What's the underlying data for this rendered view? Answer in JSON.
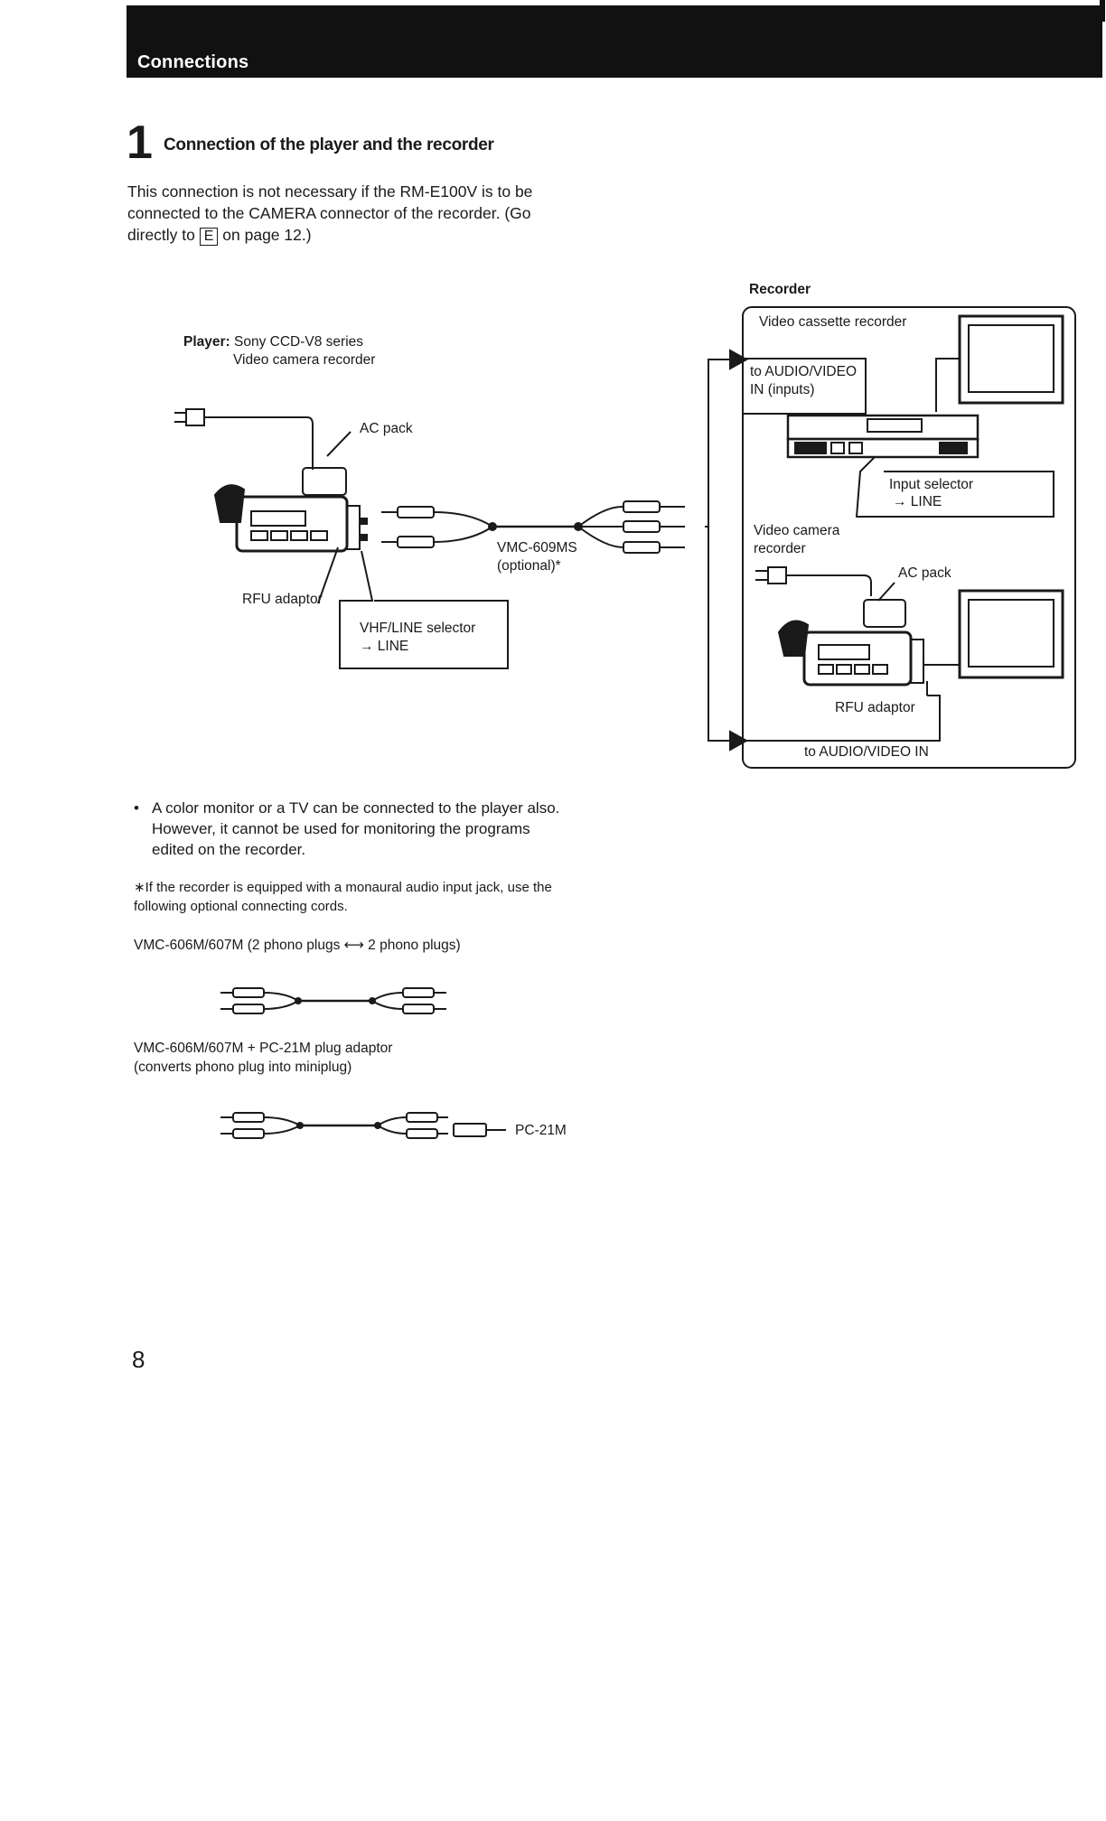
{
  "header": {
    "section_label": "Connections"
  },
  "section": {
    "number": "1",
    "title": "Connection of the player and the recorder",
    "intro_pre": "This connection is not necessary if the RM-E100V is to be connected to the CAMERA connector of the recorder. (Go directly to ",
    "intro_boxed": "E",
    "intro_post": " on page 12.)"
  },
  "diagram": {
    "player_label": "Player:",
    "player_model": "Sony CCD-V8 series",
    "player_desc": "Video camera recorder",
    "ac_pack": "AC pack",
    "rfu_adaptor": "RFU adaptor",
    "vhf_line_selector": "VHF/LINE selector",
    "vhf_line_value": "→ LINE",
    "cable_name": "VMC-609MS",
    "cable_note": "(optional)*",
    "recorder_heading": "Recorder",
    "vcr_label": "Video cassette recorder",
    "to_av_in_inputs_1": "to AUDIO/VIDEO",
    "to_av_in_inputs_2": "IN (inputs)",
    "input_selector": "Input selector",
    "input_selector_value": "→ LINE",
    "video_camera_recorder_1": "Video camera",
    "video_camera_recorder_2": "recorder",
    "ac_pack_2": "AC pack",
    "rfu_adaptor_2": "RFU adaptor",
    "to_av_in": "to AUDIO/VIDEO IN"
  },
  "notes": {
    "bullet_symbol": "•",
    "bullet": "A color monitor or a TV can be connected to the player also. However, it cannot be used for monitoring the programs edited on the recorder.",
    "footnote": "∗If the recorder is equipped with a monaural audio input jack, use the following optional connecting cords.",
    "cord1": "VMC-606M/607M (2 phono plugs ⟷ 2 phono plugs)",
    "cord2_line1": "VMC-606M/607M + PC-21M plug adaptor",
    "cord2_line2": "(converts phono plug into miniplug)",
    "pc21m": "PC-21M"
  },
  "page_number": "8"
}
